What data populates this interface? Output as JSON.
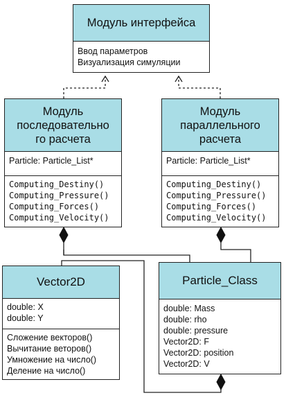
{
  "classes": {
    "interface": {
      "name": "Модуль интерфейса",
      "operations": [
        "Ввод параметров",
        "Визуализация симуляции"
      ]
    },
    "sequential": {
      "name_lines": [
        "Модуль",
        "последовательно",
        "го расчета"
      ],
      "attributes": [
        "Particle: Particle_List*"
      ],
      "operations": [
        "Computing_Destiny()",
        "Computing_Pressure()",
        "Computing_Forces()",
        "Computing_Velocity()"
      ]
    },
    "parallel": {
      "name_lines": [
        "Модуль",
        "параллельного",
        "расчета"
      ],
      "attributes": [
        "Particle: Particle_List*"
      ],
      "operations": [
        "Computing_Destiny()",
        "Computing_Pressure()",
        "Computing_Forces()",
        "Computing_Velocity()"
      ]
    },
    "vector2d": {
      "name": "Vector2D",
      "attributes": [
        "double: X",
        "double: Y"
      ],
      "operations": [
        "Сложение векторов()",
        "Вычитание веторов()",
        "Умножение на число()",
        "Деление на число()"
      ]
    },
    "particle": {
      "name": "Particle_Class",
      "attributes": [
        "double: Mass",
        "double: rho",
        "double: pressure",
        "Vector2D: F",
        "Vector2D: position",
        "Vector2D: V"
      ]
    }
  },
  "relations": [
    {
      "from": "sequential",
      "to": "interface",
      "kind": "dependency"
    },
    {
      "from": "parallel",
      "to": "interface",
      "kind": "dependency"
    },
    {
      "from": "sequential",
      "to": "particle",
      "kind": "composition"
    },
    {
      "from": "parallel",
      "to": "particle",
      "kind": "composition"
    },
    {
      "from": "particle",
      "to": "vector2d",
      "kind": "composition"
    }
  ],
  "colors": {
    "header_fill": "#a9dde6",
    "stroke": "#222222"
  }
}
